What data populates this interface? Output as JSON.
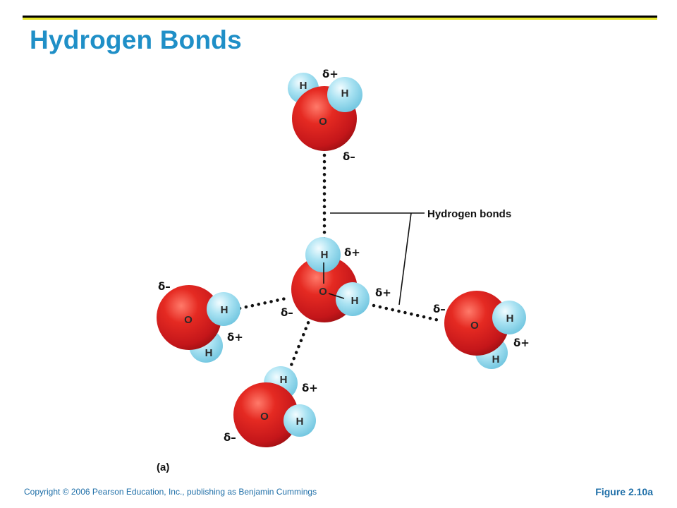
{
  "header": {
    "title": "Hydrogen Bonds"
  },
  "footer": {
    "copyright": "Copyright © 2006 Pearson Education, Inc., publishing as Benjamin Cummings",
    "figure": "Figure 2.10a"
  },
  "diagram": {
    "callout": "Hydrogen bonds",
    "panel_label": "(a)",
    "atoms": {
      "oxygen": "O",
      "hydrogen": "H"
    },
    "charges": {
      "partial_positive": "δ+",
      "partial_negative": "δ–"
    },
    "colors": {
      "oxygen": "#d41f1f",
      "hydrogen": "#8fd6ea",
      "title": "#1f8fc7",
      "footer": "#1f6fa8",
      "accent_rule": "#e6e629"
    }
  }
}
